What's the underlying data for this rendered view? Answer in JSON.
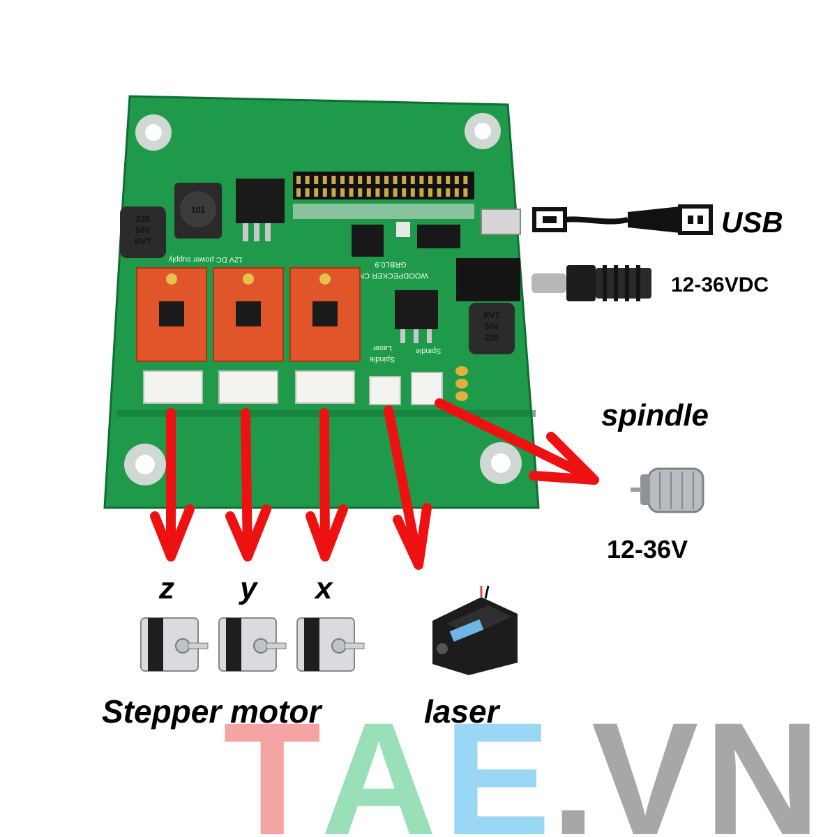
{
  "labels": {
    "usb": "USB",
    "power_in": "12-36VDC",
    "spindle": "spindle",
    "spindle_voltage": "12-36V",
    "axis_z": "z",
    "axis_y": "y",
    "axis_x": "x",
    "stepper_motor": "Stepper motor",
    "laser": "laser"
  },
  "board_silk": {
    "model": "WOODPECKER CNC",
    "firmware": "GRBL0.9",
    "power_note": "12V DC power supply",
    "spindle_port": "Spindle",
    "laser_port": "Laser",
    "cap_value": "220",
    "cap_voltage": "50V",
    "cap_brand": "RVT",
    "inductor": "101"
  },
  "watermark": {
    "letters": [
      "T",
      "A",
      "E",
      ".",
      "V",
      "N"
    ],
    "colors": [
      "#f49b9b",
      "#8fdcb0",
      "#8fd3f4",
      "#9e9e9e",
      "#9e9e9e",
      "#9e9e9e"
    ]
  },
  "colors": {
    "pcb": "#1f9a4a",
    "arrow": "#ee1111",
    "driver": "#e0562a"
  }
}
